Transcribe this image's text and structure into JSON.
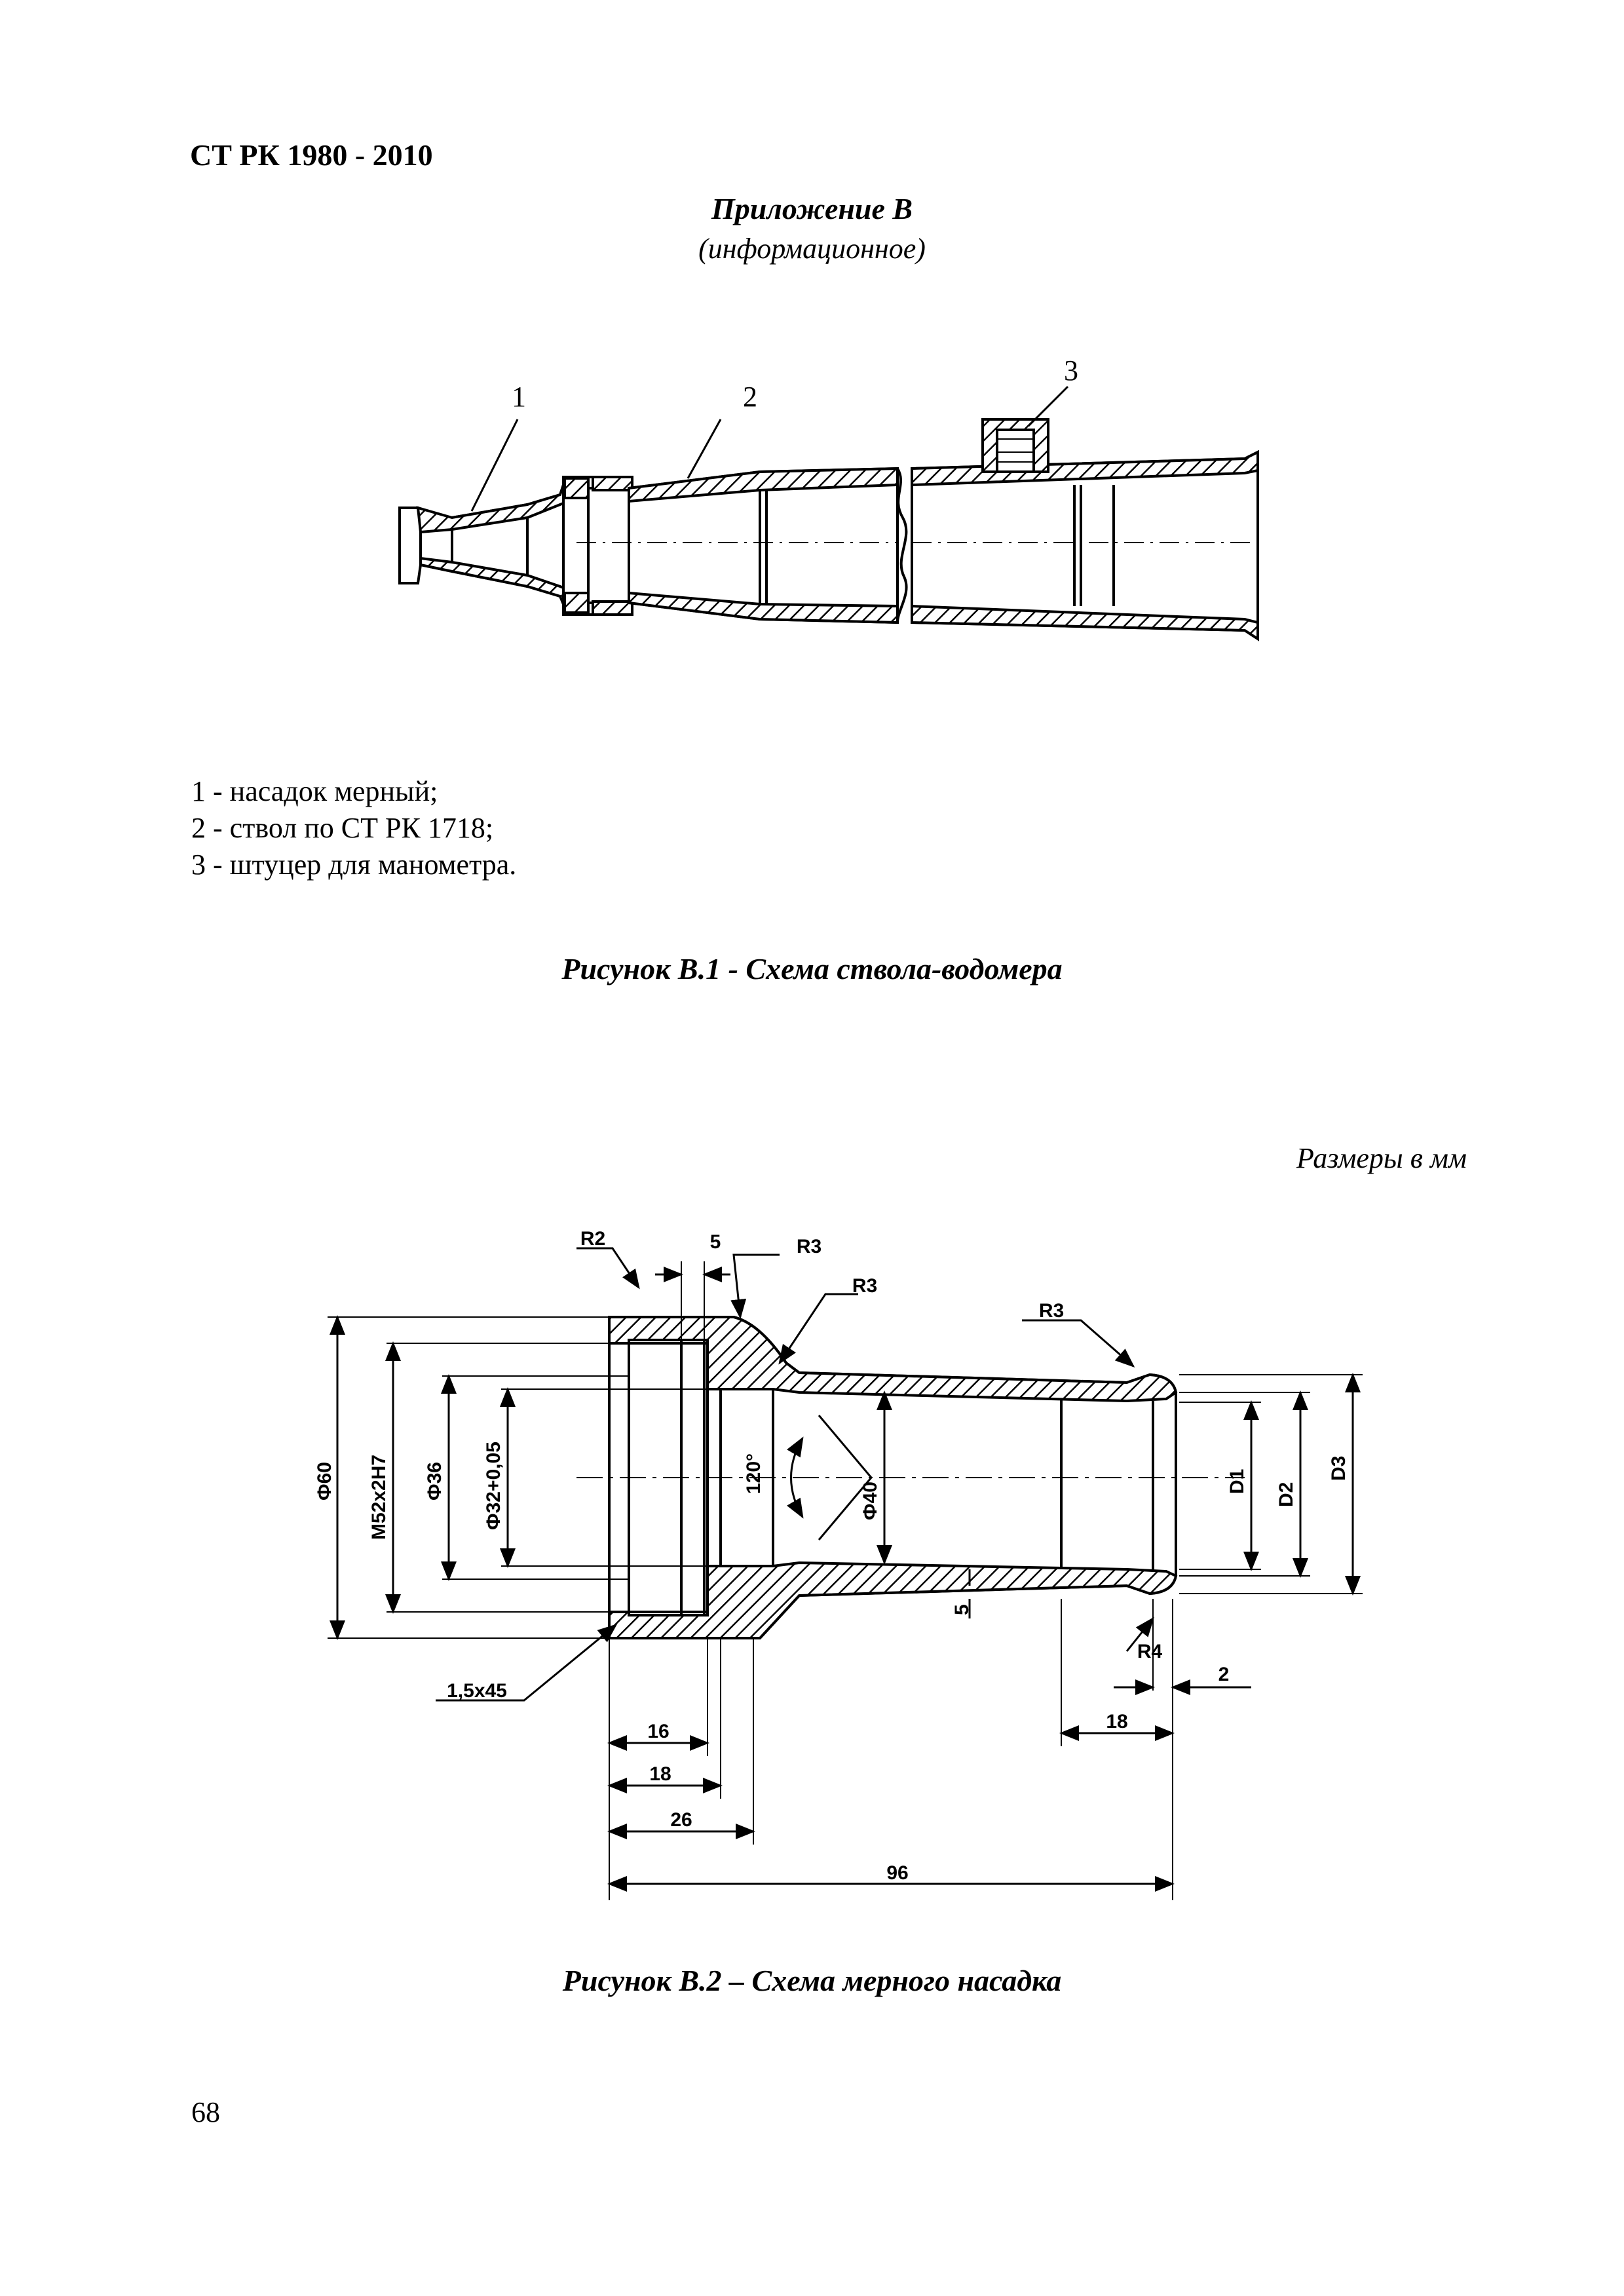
{
  "header": {
    "standard": "СТ РК 1980 - 2010",
    "appendix_title": "Приложение В",
    "appendix_type": "(информационное)"
  },
  "figure1": {
    "callouts": [
      "1",
      "2",
      "3"
    ],
    "legend": [
      "1 - насадок мерный;",
      "2 - ствол по СТ РК 1718;",
      "3 - штуцер для манометра."
    ],
    "caption": "Рисунок В.1 - Схема ствола-водомера"
  },
  "figure2": {
    "units_note": "Размеры в мм",
    "labels": {
      "r2": "R2",
      "five_top": "5",
      "r3_a": "R3",
      "r3_b": "R3",
      "r3_c": "R3",
      "phi60": "Ф60",
      "m52": "М52х2Н7",
      "phi36": "Ф36",
      "phi32": "Ф32+0,05",
      "angle": "120°",
      "phi40": "Ф40",
      "d1": "D1",
      "d2": "D2",
      "d3": "D3",
      "five_mid": "5",
      "r4": "R4",
      "two": "2",
      "chamfer": "1,5х45",
      "sixteen": "16",
      "eighteen_a": "18",
      "eighteen_b": "18",
      "twentysix": "26",
      "ninetysix": "96"
    },
    "caption": "Рисунок В.2 – Схема мерного насадка"
  },
  "page_number": "68"
}
